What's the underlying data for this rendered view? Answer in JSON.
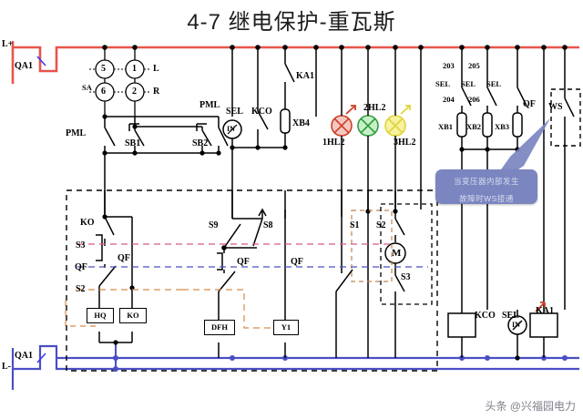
{
  "title": "4-7  继电保护-重瓦斯",
  "watermark": "头条 @兴福园电力",
  "rails": {
    "positive_label": "L+",
    "negative_label": "L-",
    "positive_color": "#e8544c",
    "negative_color": "#4a4fc4"
  },
  "breakers": {
    "top_label": "QA1",
    "bottom_label": "QA1"
  },
  "selector_switch": {
    "name": "SA",
    "contacts": [
      "5",
      "1",
      "6",
      "2"
    ],
    "positions": [
      "L",
      "R"
    ]
  },
  "top_contacts": {
    "pml_left": "PML",
    "pml_right": "PML",
    "sb1": "SB1",
    "sb2": "SB2",
    "sel": "SEL",
    "kco": "KCO",
    "in_meter": "IN",
    "xb4": "XB4",
    "ka1": "KA1"
  },
  "lamps": [
    {
      "tag": "1HL2",
      "color": "#e06666"
    },
    {
      "tag": "2HL2",
      "color": "#3fc04a"
    },
    {
      "tag": "3HL2",
      "color": "#f2e64a"
    }
  ],
  "right_terminals": {
    "wire_numbers": [
      "203",
      "204",
      "205",
      "206"
    ],
    "relays": [
      "SEL",
      "SEL",
      "SEL"
    ],
    "links": [
      "XB1",
      "XB2",
      "XB3"
    ],
    "qf": "QF",
    "ws": "WS"
  },
  "callout": {
    "line1": "当变压器内部发生",
    "line2": "故障时WS接通",
    "fill": "#7b85c0"
  },
  "control_box": {
    "ko_contact": "KO",
    "s3": "S3",
    "qf_a": "QF",
    "s2": "S2",
    "qf_b": "QF",
    "coil_hq": "HQ",
    "coil_ko": "KO",
    "s9": "S9",
    "s8": "S8",
    "qf_c": "QF",
    "qf_d": "QF",
    "coil_dfh": "DFH",
    "coil_y1": "Y1",
    "s1": "S1",
    "s2b": "S2",
    "s3b": "S3",
    "motor": "M"
  },
  "bottom_coils": {
    "kco": "KCO",
    "sel": "SEL",
    "ka1": "KA1",
    "in_meter": "IN"
  }
}
